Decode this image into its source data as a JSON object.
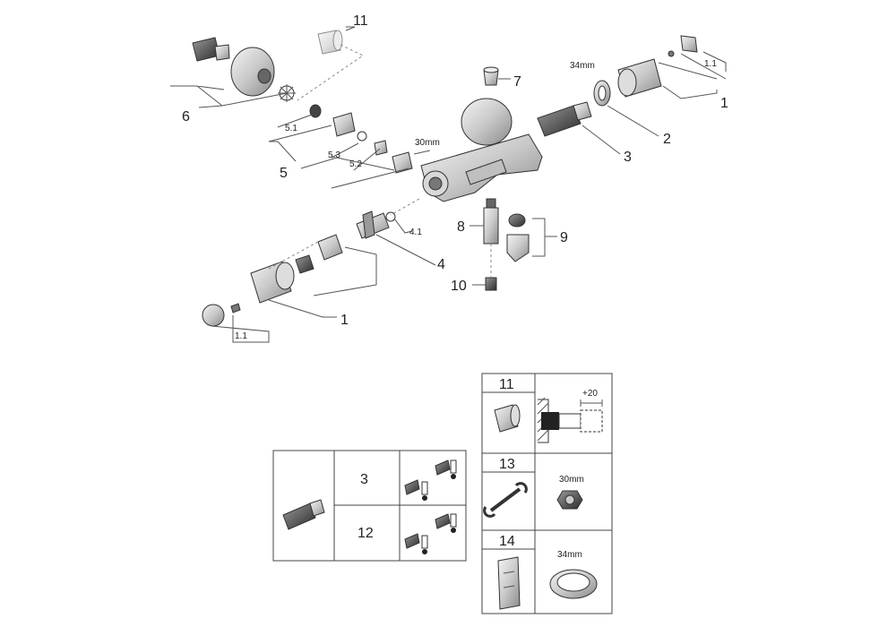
{
  "callouts": {
    "c11": "11",
    "c7": "7",
    "c34a": "34mm",
    "c11b": "1.1",
    "c1a": "1",
    "c6": "6",
    "c51": "5.1",
    "c53": "5.3",
    "c52": "5.2",
    "c5": "5",
    "c30a": "30mm",
    "c2": "2",
    "c3": "3",
    "c8": "8",
    "c9": "9",
    "c41": "4.1",
    "c4": "4",
    "c10": "10",
    "c1b": "1",
    "c11c": "1.1"
  },
  "table_left": {
    "rows": [
      {
        "label": "3"
      },
      {
        "label": "12"
      }
    ]
  },
  "table_right": {
    "rows": [
      {
        "label": "11",
        "dim": "+20"
      },
      {
        "label": "13",
        "dim": "30mm"
      },
      {
        "label": "14",
        "dim": "34mm"
      }
    ]
  }
}
